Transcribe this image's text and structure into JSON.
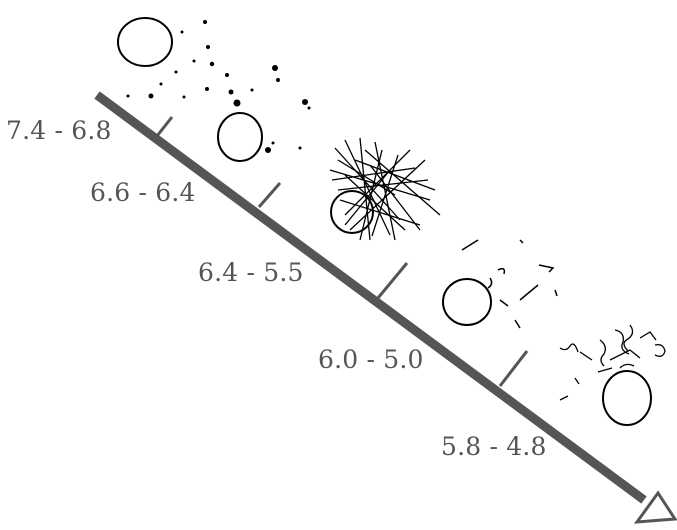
{
  "diagram": {
    "stages": [
      {
        "range": "7.4 - 6.8",
        "icon": "vesicle-with-scattered-granules-icon"
      },
      {
        "range": "6.6 - 6.4",
        "icon": "vesicle-with-dense-fibrous-tangle-icon"
      },
      {
        "range": "6.4 - 5.5",
        "icon": "vesicle-with-short-fibers-icon"
      },
      {
        "range": "6.0 - 5.0",
        "icon": "vesicle-with-curled-fibrils-icon"
      },
      {
        "range": "5.8 - 4.8",
        "icon": "vesicle-with-aggregated-fibrils-icon"
      }
    ],
    "colors": {
      "arrow": "#555555",
      "label": "#555555",
      "drawing": "#000000"
    }
  }
}
